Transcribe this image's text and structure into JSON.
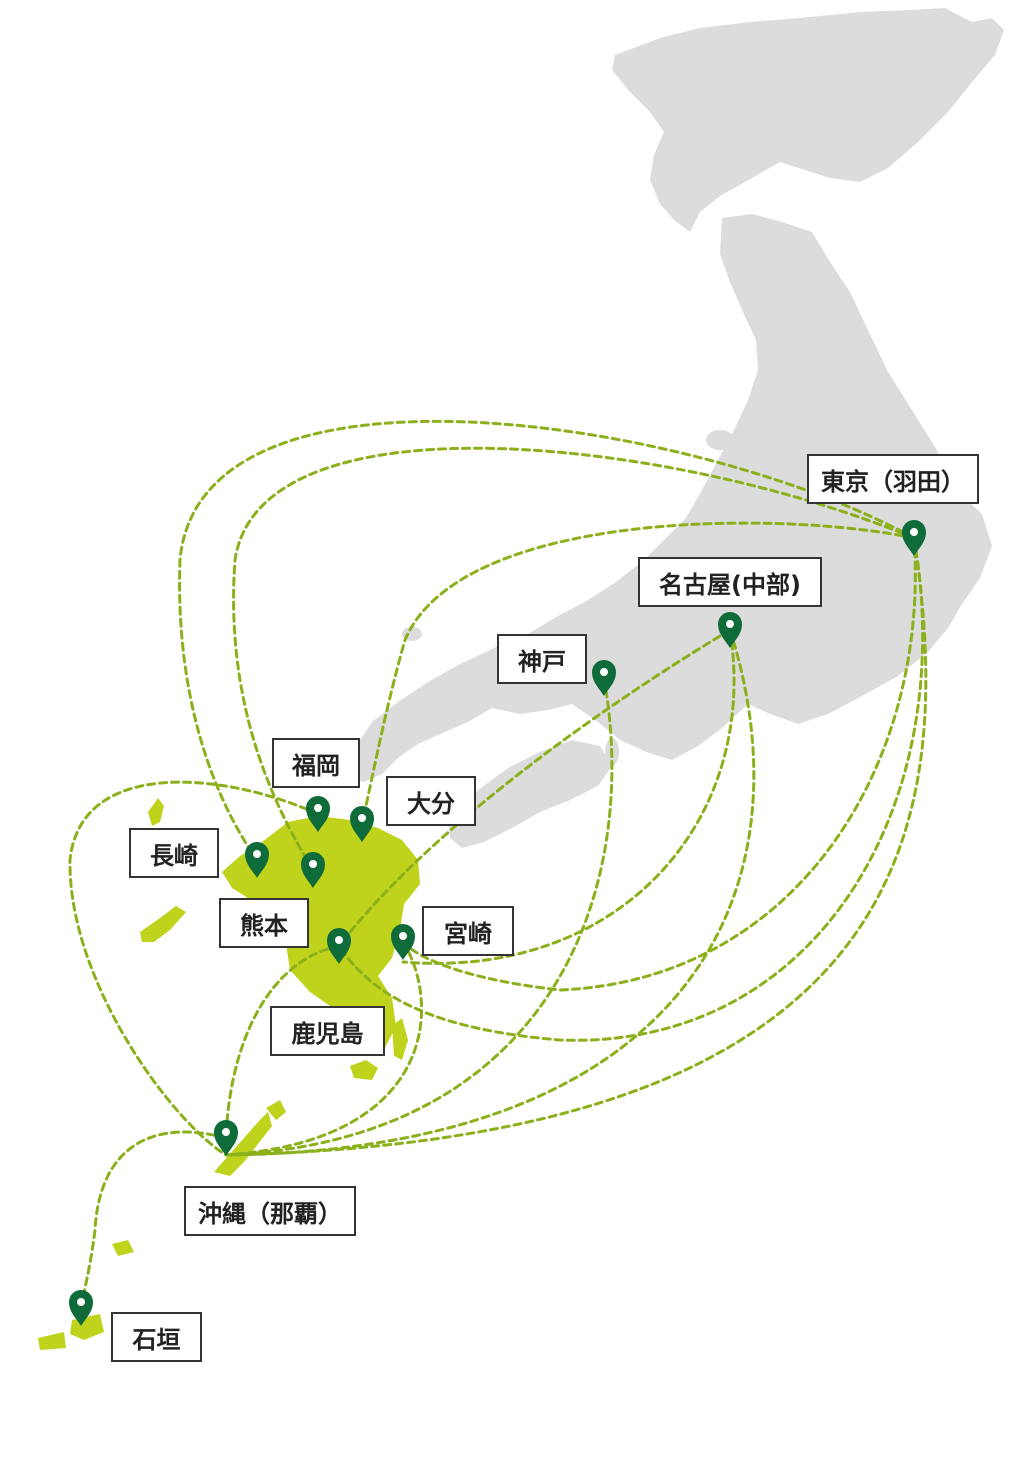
{
  "colors": {
    "background": "#ffffff",
    "mainland": "#dcdcdc",
    "kyushu": "#bfd21c",
    "route": "#8bb01c",
    "pin": "#0f6b3a",
    "label_border": "#333333"
  },
  "map": {
    "hub_airports": [
      "東京（羽田）",
      "名古屋(中部)",
      "神戸",
      "沖縄（那覇）"
    ],
    "airports": [
      {
        "id": "tokyo",
        "label": "東京（羽田）",
        "icon": "map-pin-icon"
      },
      {
        "id": "nagoya",
        "label": "名古屋(中部)",
        "icon": "map-pin-icon"
      },
      {
        "id": "kobe",
        "label": "神戸",
        "icon": "map-pin-icon"
      },
      {
        "id": "fukuoka",
        "label": "福岡",
        "icon": "map-pin-icon"
      },
      {
        "id": "oita",
        "label": "大分",
        "icon": "map-pin-icon"
      },
      {
        "id": "nagasaki",
        "label": "長崎",
        "icon": "map-pin-icon"
      },
      {
        "id": "kumamoto",
        "label": "熊本",
        "icon": "map-pin-icon"
      },
      {
        "id": "miyazaki",
        "label": "宮崎",
        "icon": "map-pin-icon"
      },
      {
        "id": "kagoshima",
        "label": "鹿児島",
        "icon": "map-pin-icon"
      },
      {
        "id": "okinawa",
        "label": "沖縄（那覇）",
        "icon": "map-pin-icon"
      },
      {
        "id": "ishigaki",
        "label": "石垣",
        "icon": "map-pin-icon"
      }
    ],
    "routes": [
      [
        "tokyo",
        "nagasaki"
      ],
      [
        "tokyo",
        "kumamoto"
      ],
      [
        "tokyo",
        "oita"
      ],
      [
        "tokyo",
        "miyazaki"
      ],
      [
        "tokyo",
        "kagoshima"
      ],
      [
        "tokyo",
        "okinawa"
      ],
      [
        "nagoya",
        "kagoshima"
      ],
      [
        "nagoya",
        "miyazaki"
      ],
      [
        "nagoya",
        "okinawa"
      ],
      [
        "kobe",
        "okinawa"
      ],
      [
        "fukuoka",
        "okinawa"
      ],
      [
        "kagoshima",
        "okinawa"
      ],
      [
        "miyazaki",
        "okinawa"
      ],
      [
        "okinawa",
        "ishigaki"
      ]
    ]
  }
}
